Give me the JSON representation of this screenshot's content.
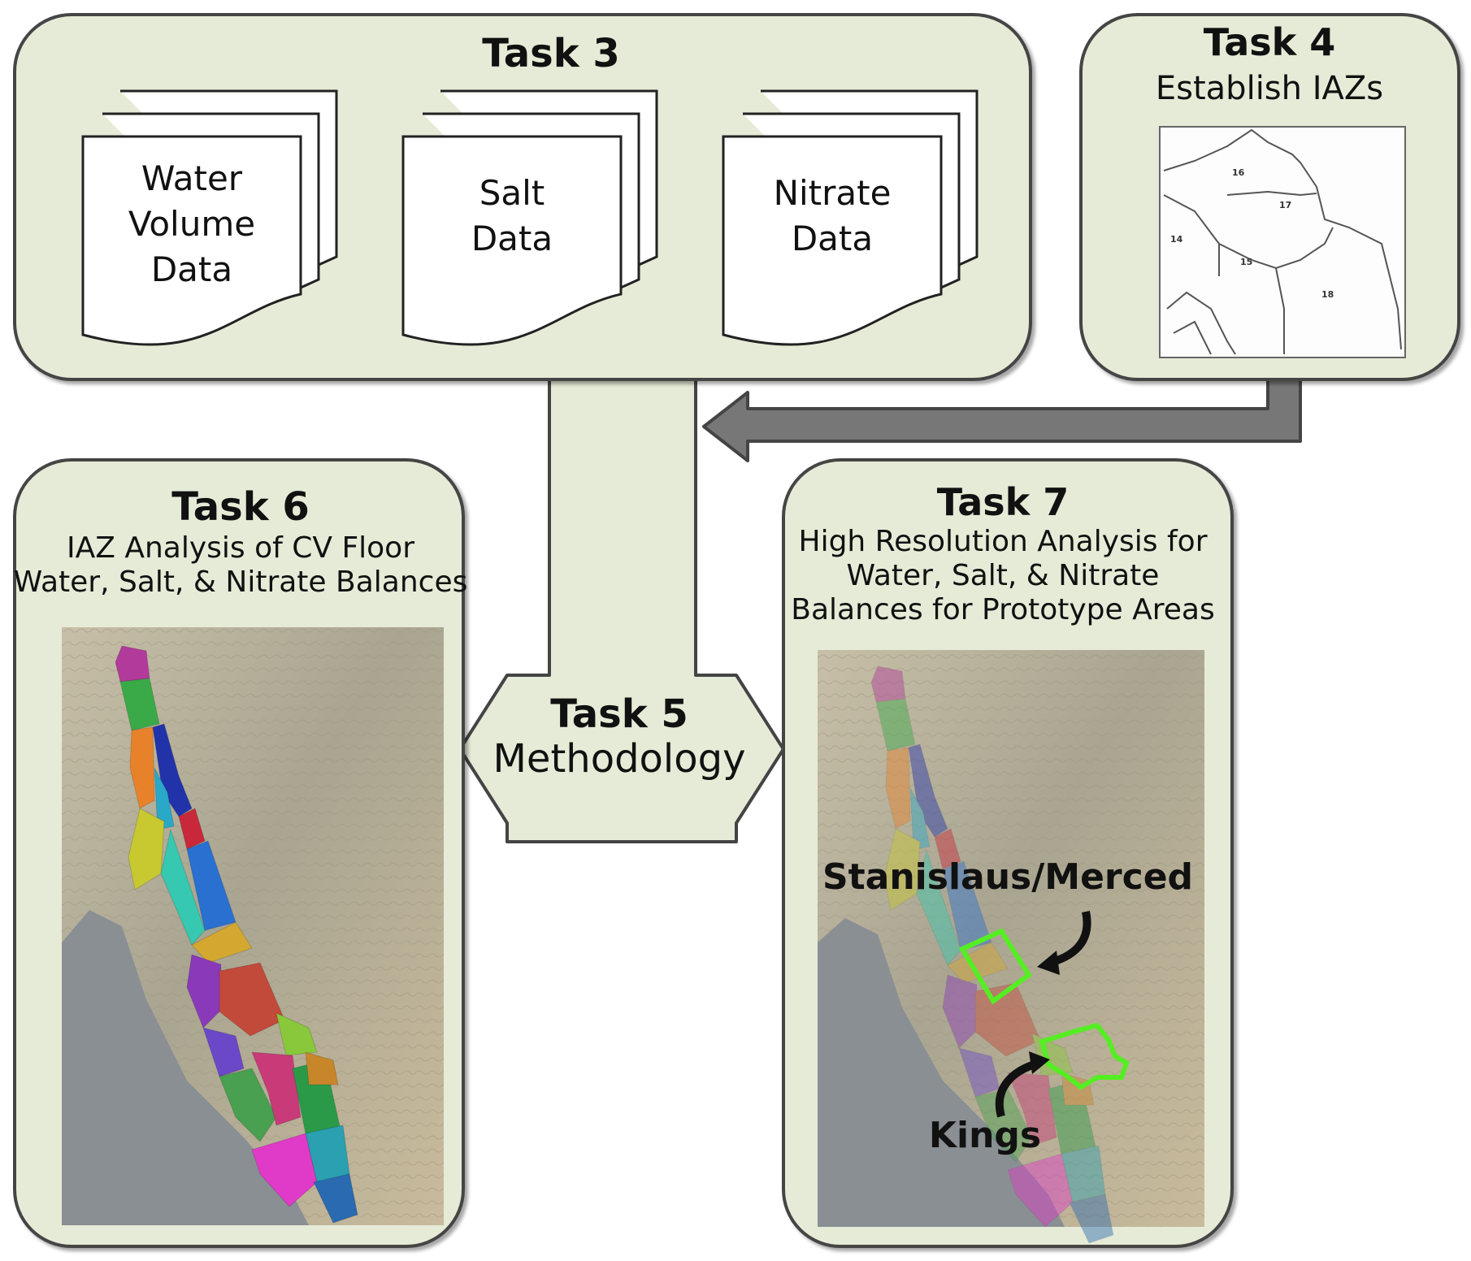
{
  "colors": {
    "panel_fill": "#e6ebd7",
    "panel_stroke": "#444444",
    "arrow_fill": "#e6ebd7",
    "arrow_gray": "#777777",
    "highlight_outline": "#55ee22",
    "map_background": "#b9b19a",
    "ocean": "#8a8f94"
  },
  "task3": {
    "title": "Task 3",
    "docs": [
      {
        "lines": [
          "Water",
          "Volume",
          "Data"
        ]
      },
      {
        "lines": [
          "Salt",
          "Data"
        ]
      },
      {
        "lines": [
          "Nitrate",
          "Data"
        ]
      }
    ]
  },
  "task4": {
    "title": "Task 4",
    "subtitle": "Establish IAZs",
    "map_labels": [
      "16",
      "17",
      "14",
      "15",
      "18"
    ]
  },
  "task5": {
    "title": "Task 5",
    "subtitle": "Methodology"
  },
  "task6": {
    "title": "Task 6",
    "subtitle_lines": [
      "IAZ Analysis of CV Floor",
      "Water, Salt, & Nitrate Balances"
    ]
  },
  "task7": {
    "title": "Task 7",
    "subtitle_lines": [
      "High Resolution Analysis for",
      "Water, Salt, & Nitrate",
      "Balances for Prototype Areas"
    ],
    "callouts": [
      "Stanislaus/Merced",
      "Kings"
    ]
  },
  "region_colors": [
    "#b23a9a",
    "#3aaa48",
    "#e8822a",
    "#2233aa",
    "#2aa8c8",
    "#c8283a",
    "#c8c830",
    "#2a70d0",
    "#36c8b0",
    "#d4a830",
    "#8a3ab8",
    "#c24a3a",
    "#88c83a",
    "#6a48c8",
    "#48a050",
    "#c83a78",
    "#2a9a48",
    "#c8862a",
    "#e03ac8",
    "#2aa0b0",
    "#2a6ab0"
  ]
}
